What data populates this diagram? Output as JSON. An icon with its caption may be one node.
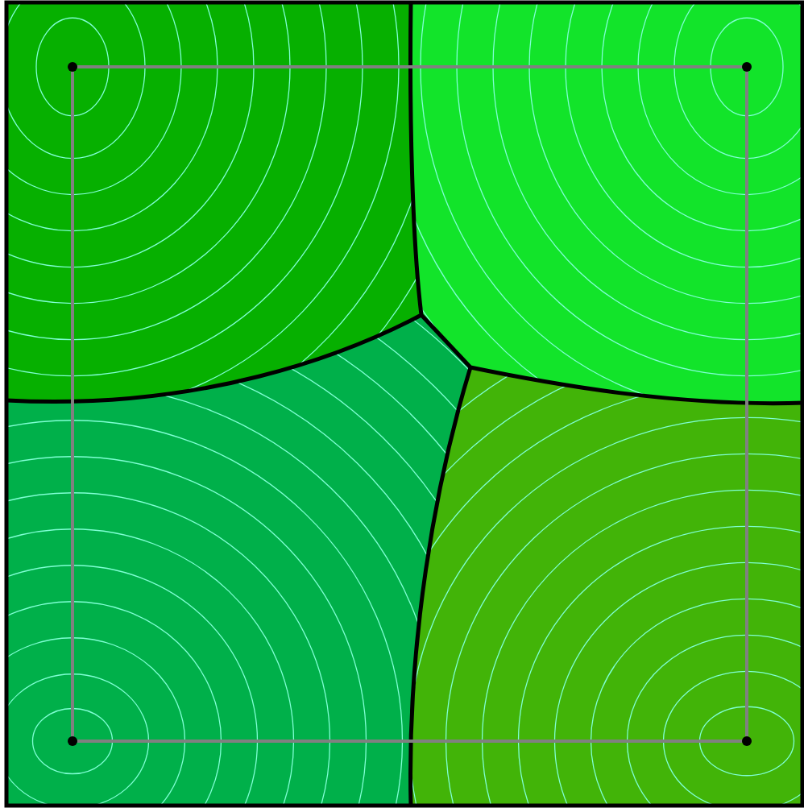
{
  "diagram": {
    "nodes": [
      {
        "text": [],
        "shape": "circle"
      },
      {
        "text": [],
        "shape": "circle"
      },
      {
        "text": [],
        "shape": "circle"
      },
      {
        "text": [],
        "shape": "circle"
      }
    ],
    "edges": [
      {
        "from": 0,
        "to": 1,
        "arrow": "none"
      },
      {
        "from": 0,
        "to": 2,
        "arrow": "none"
      },
      {
        "from": 1,
        "to": 3,
        "arrow": "none"
      },
      {
        "from": 2,
        "to": 3,
        "arrow": "none"
      }
    ]
  }
}
